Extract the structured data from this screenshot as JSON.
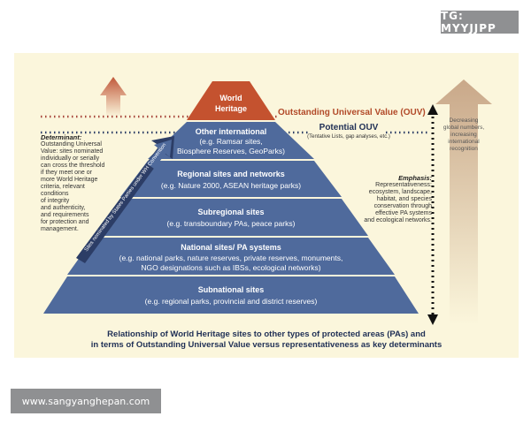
{
  "tag_badge": "TG: MYYJJPP",
  "url_badge": "www.sangyanghepan.com",
  "pyramid": {
    "top": {
      "label_line1": "World",
      "label_line2": "Heritage"
    },
    "tiers": [
      {
        "title": "Other international",
        "sub1": "(e.g. Ramsar sites,",
        "sub2": "Biosphere Reserves, GeoParks)"
      },
      {
        "title": "Regional sites and networks",
        "sub1": "(e.g. Nature 2000, ASEAN heritage parks)",
        "sub2": ""
      },
      {
        "title": "Subregional sites",
        "sub1": "(e.g. transboundary PAs, peace parks)",
        "sub2": ""
      },
      {
        "title": "National sites/ PA systems",
        "sub1": "(e.g. national parks, nature reserves, private reserves, monuments,",
        "sub2": "NGO designations such as IBSs, ecological networks)"
      },
      {
        "title": "Subnational sites",
        "sub1": "(e.g. regional parks, provincial and district reserves)",
        "sub2": ""
      }
    ]
  },
  "ouv_line": "Outstanding Universal Value (OUV)",
  "potential_ouv": {
    "title": "Potential OUV",
    "sub": "(Tentative Lists, gap analyses, etc.)"
  },
  "determinant": {
    "heading": "Determinant:",
    "lines": [
      "Outstanding Universal",
      "Value: sites nominated",
      "individually or serially",
      "can cross the threshold",
      "if they meet one or",
      "more World Heritage",
      "criteria, relevant",
      "conditions",
      "of integrity",
      "and authenticity,",
      "and requirements",
      "for protection and",
      "management."
    ]
  },
  "nomination_arrow": "Sites nominated by States Parties under WH Convention",
  "emphasis": {
    "heading": "Emphasis:",
    "lines": [
      "Representativeness:",
      "ecosystem, landscape,",
      "habitat, and species",
      "conservation through",
      "effective PA systems",
      "and ecological networks."
    ]
  },
  "right_arrow_note": [
    "Decreasing",
    "global numbers,",
    "increasing",
    "international",
    "recognition"
  ],
  "caption": {
    "line1": "Relationship of World Heritage sites to other types of protected areas (PAs) and",
    "line2": "in terms of Outstanding Universal Value versus representativeness as key determinants"
  },
  "colors": {
    "panel_bg": "#fbf6dc",
    "tier_fill": "#4f6a9c",
    "top_fill": "#c4522f",
    "ouv_text": "#b24a29",
    "navy_text": "#1f2f55",
    "up_arrow_left": "#c0583a",
    "up_arrow_right": "#d9c3a8",
    "badge_bg": "#8f9092"
  },
  "icons": [
    "up-arrow-icon",
    "double-headed-arrow-icon",
    "diagonal-arrow-icon"
  ]
}
